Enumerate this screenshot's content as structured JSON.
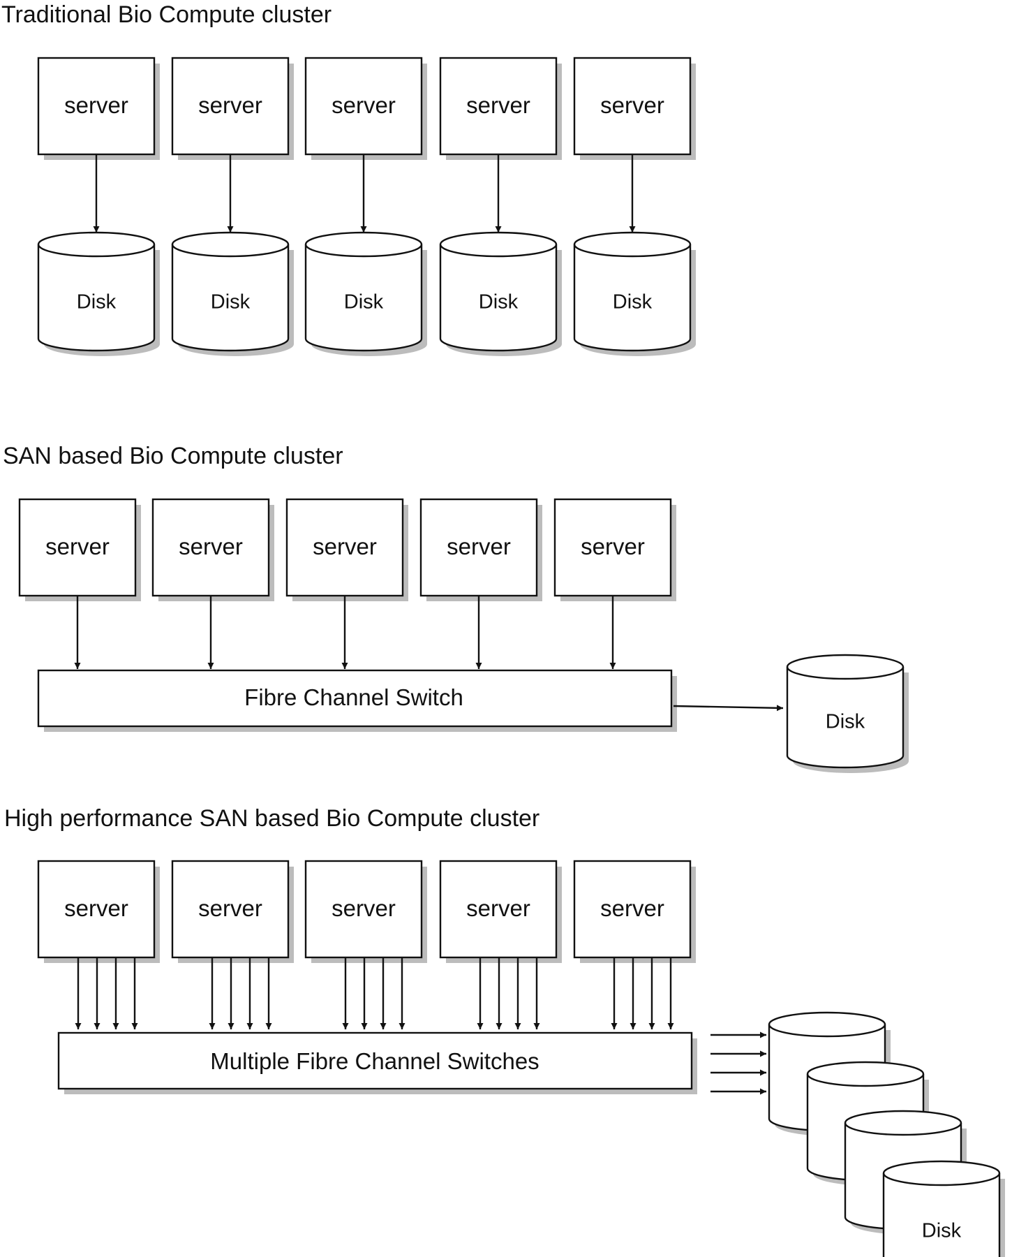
{
  "sections": [
    {
      "title": "Traditional Bio Compute cluster"
    },
    {
      "title": "SAN based Bio Compute cluster",
      "switch_label": "Fibre Channel Switch"
    },
    {
      "title": "High performance SAN based Bio Compute cluster",
      "switch_label": "Multiple Fibre Channel Switches"
    }
  ],
  "server_label": "server",
  "disk_label": "Disk",
  "colors": {
    "stroke": "#111111",
    "fill": "#ffffff",
    "shadow": "#bcbcbc"
  },
  "icons": [
    "server-box",
    "disk-cylinder",
    "arrow"
  ]
}
